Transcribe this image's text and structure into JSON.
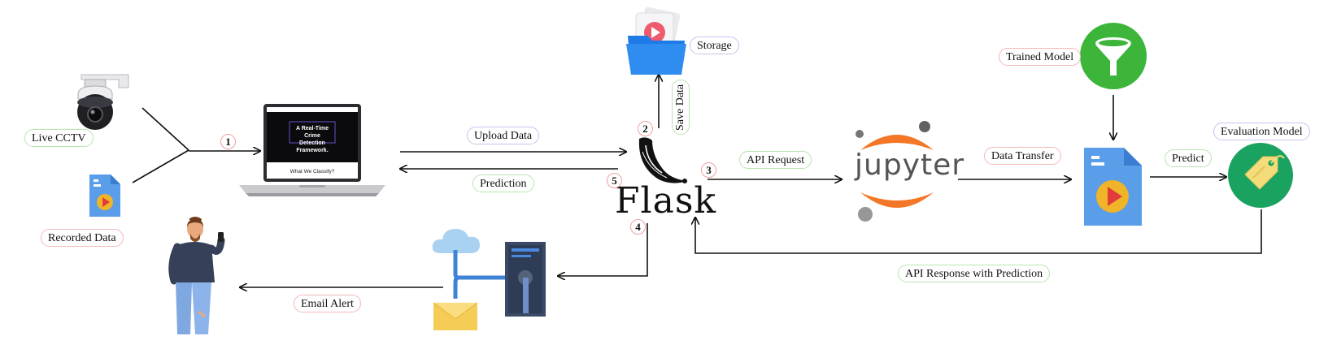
{
  "nodes": {
    "live_cctv": "Live CCTV",
    "recorded_data": "Recorded Data",
    "storage": "Storage",
    "trained_model": "Trained Model",
    "evaluation_model": "Evaluation Model",
    "flask": "Flask",
    "jupyter": "jupyter"
  },
  "laptop_screen": {
    "title": "A Real-Time Crime Detection Framework.",
    "footer": "What We Classify?"
  },
  "edges": {
    "upload_data": "Upload Data",
    "prediction": "Prediction",
    "save_data": "Save Data",
    "api_request": "API Request",
    "data_transfer": "Data Transfer",
    "predict": "Predict",
    "api_response": "API Response with Prediction",
    "email_alert": "Email Alert"
  },
  "steps": [
    "1",
    "2",
    "3",
    "4",
    "5"
  ],
  "colors": {
    "green_border": "#b9e4b0",
    "pink_border": "#f3b8b8",
    "purple_border": "#c9c2ef",
    "step_circle": "#f0a0a0",
    "jupyter_orange": "#f37726",
    "funnel_green": "#3cb53a",
    "file_blue": "#5a9de8",
    "file_play": "#f0b429"
  }
}
